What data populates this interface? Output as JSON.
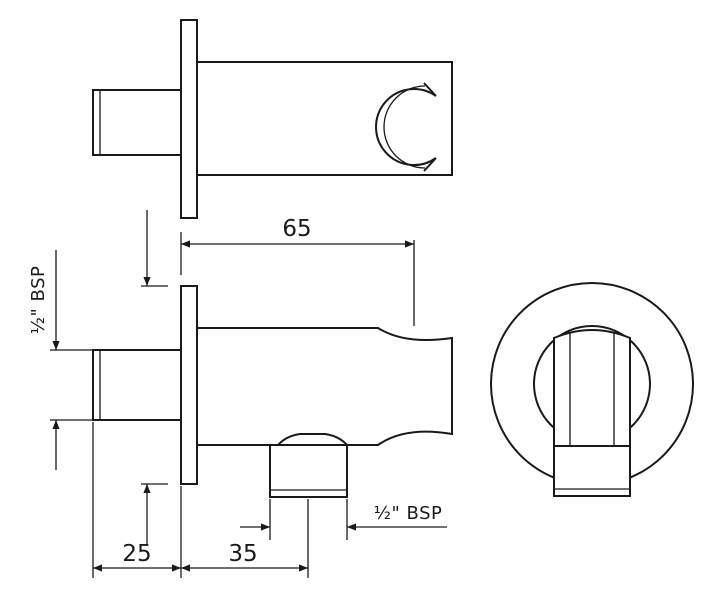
{
  "dimensions": {
    "projection_width": "65",
    "inlet_depth": "25",
    "outlet_offset": "35"
  },
  "thread_labels": {
    "inlet_thread": "½\" BSP",
    "outlet_thread": "½\" BSP"
  }
}
